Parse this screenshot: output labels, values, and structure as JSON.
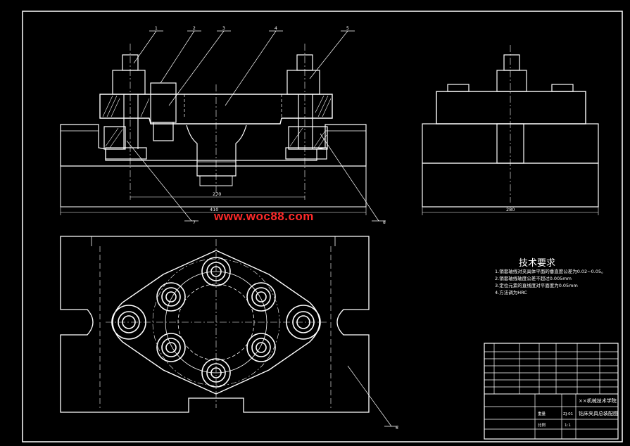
{
  "watermark": "www.woc88.com",
  "tech_requirements": {
    "title": "技术要求",
    "items": [
      "1.销套轴线对夹具体平面的垂直度公差为0.02~0.05。",
      "2.销套轴线轴度公差不超过0.005mm",
      "3.定位元素的直线度对平面度为0.05mm",
      "4.方法调为HRC"
    ]
  },
  "dimensions": {
    "front_inner": "270",
    "front_overall": "410",
    "side_width": "280"
  },
  "balloons": [
    "1",
    "2",
    "3",
    "4",
    "5",
    "6",
    "7",
    "8"
  ],
  "title_block": {
    "part_name": "钻床夹具总装配图",
    "school": "××机械技术学院",
    "scale": "1:1",
    "weight_label": "重量",
    "scale_label": "比例",
    "code": "ZJ-01"
  },
  "colors": {
    "background": "#000000",
    "lines": "#ffffff",
    "watermark": "#ff2a2a"
  }
}
